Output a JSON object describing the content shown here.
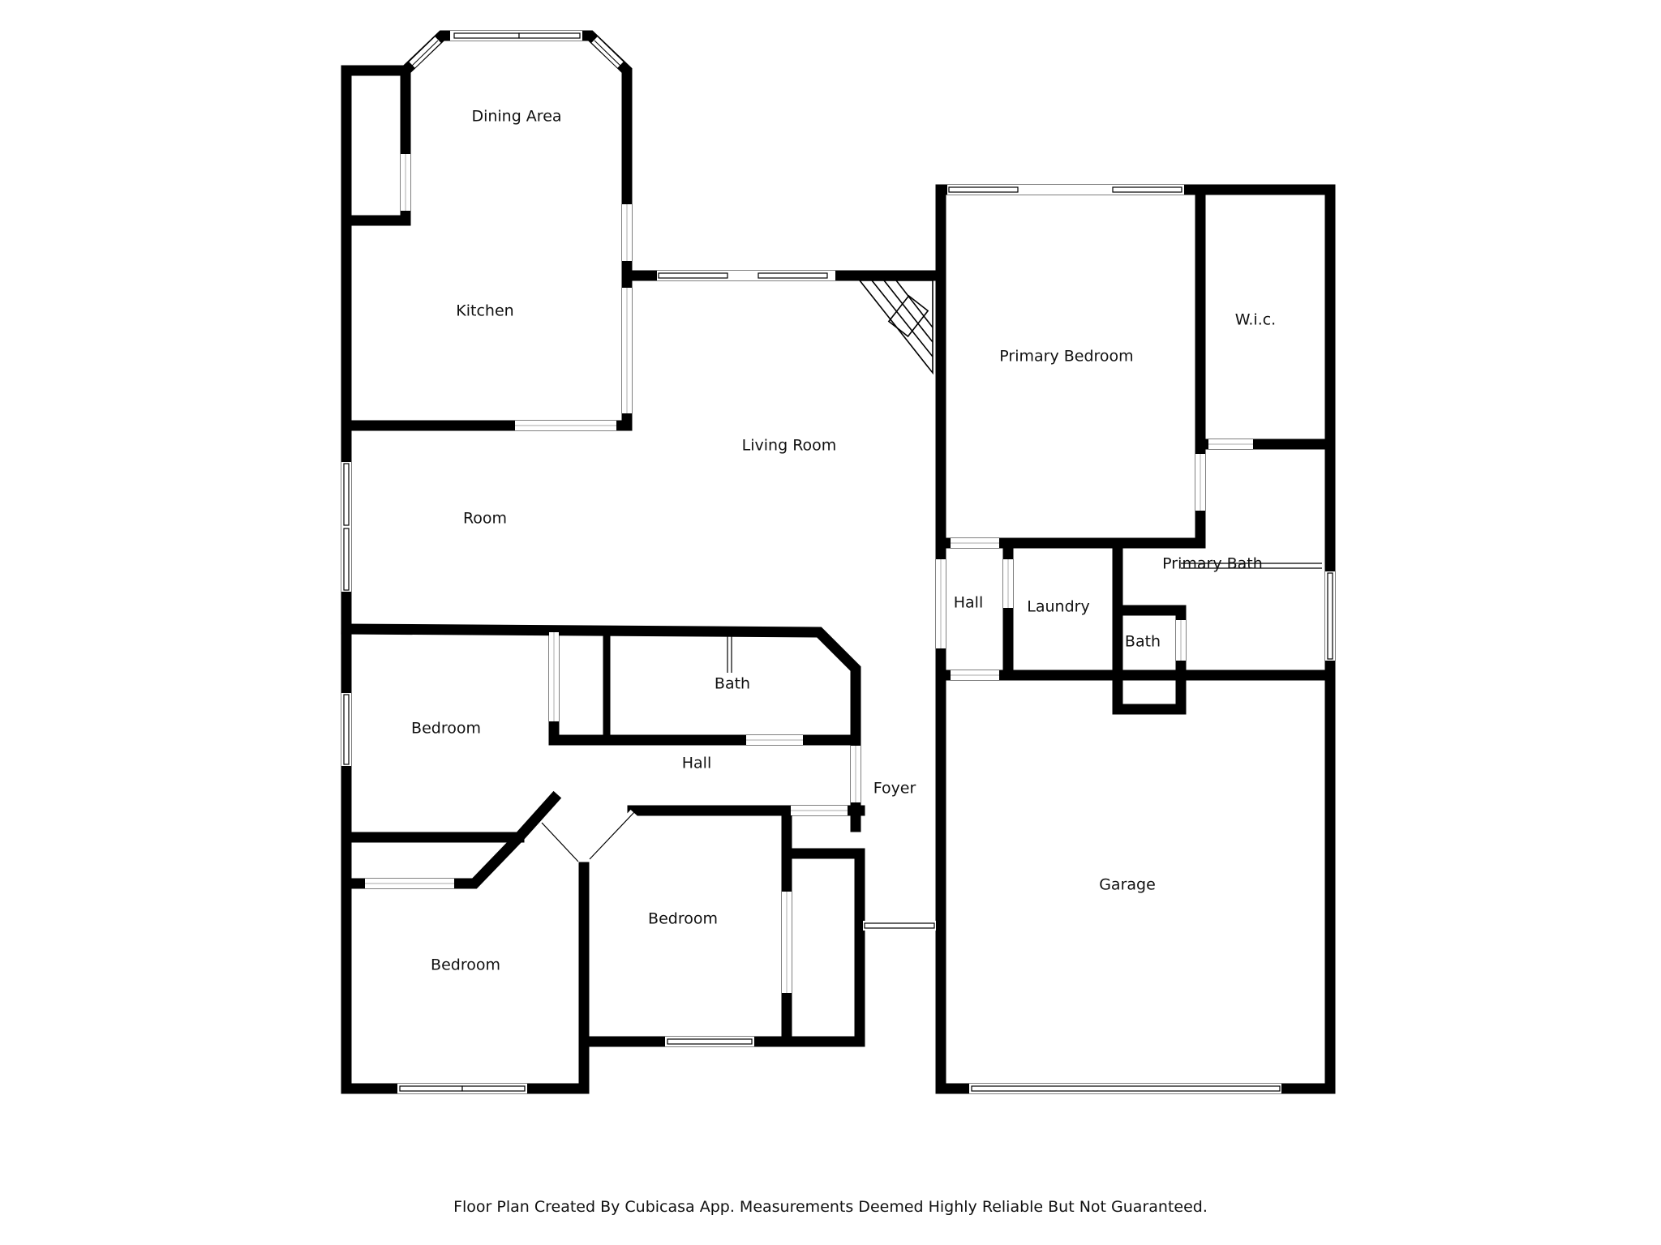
{
  "rooms": {
    "dining_area": "Dining Area",
    "kitchen": "Kitchen",
    "living_room": "Living Room",
    "room": "Room",
    "primary_bedroom": "Primary Bedroom",
    "wic": "W.i.c.",
    "hall_east": "Hall",
    "laundry": "Laundry",
    "primary_bath": "Primary Bath",
    "bath_small": "Bath",
    "bath_hall": "Bath",
    "bedroom_west": "Bedroom",
    "hall_center": "Hall",
    "foyer": "Foyer",
    "garage": "Garage",
    "bedroom_center": "Bedroom",
    "bedroom_southwest": "Bedroom"
  },
  "footer": {
    "text": "Floor Plan Created By Cubicasa App. Measurements Deemed Highly Reliable But Not Guaranteed."
  }
}
